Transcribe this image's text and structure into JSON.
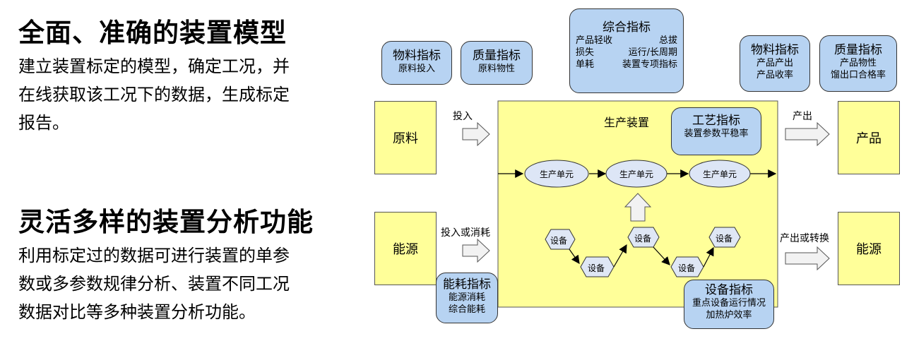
{
  "left": {
    "heading1": "全面、准确的装置模型",
    "para1": [
      "建立装置标定的模型，确定工况，并",
      "在线获取该工况下的数据，生成标定",
      "报告。"
    ],
    "heading2": "灵活多样的装置分析功能",
    "para2": [
      "利用标定过的数据可进行装置的单参",
      "数或多参数规律分析、装置不同工况",
      "数据对比等多种装置分析功能。"
    ]
  },
  "diagram": {
    "raw_material": "原料",
    "energy_in": "能源",
    "product": "产品",
    "energy_out": "能源",
    "plant_title": "生产装置",
    "arrow_input": "投入",
    "arrow_input_consume": "投入或消耗",
    "arrow_output": "产出",
    "arrow_output_convert": "产出或转换",
    "units": [
      "生产单元",
      "生产单元",
      "生产单元"
    ],
    "equipment": [
      "设备",
      "设备",
      "设备",
      "设备",
      "设备"
    ],
    "ind_material_in": {
      "title": "物料指标",
      "lines": [
        "原料投入"
      ]
    },
    "ind_quality_in": {
      "title": "质量指标",
      "lines": [
        "原料物性"
      ]
    },
    "ind_overall": {
      "title": "综合指标",
      "lines": [
        "产品轻收",
        "总拔",
        "损失",
        "运行/长周期",
        "单耗",
        "装置专项指标"
      ]
    },
    "ind_material_out": {
      "title": "物料指标",
      "lines": [
        "产品产出",
        "产品收率"
      ]
    },
    "ind_quality_out": {
      "title": "质量指标",
      "lines": [
        "产品物性",
        "馏出口合格率"
      ]
    },
    "ind_process": {
      "title": "工艺指标",
      "lines": [
        "装置参数平稳率"
      ]
    },
    "ind_energy": {
      "title": "能耗指标",
      "lines": [
        "能源消耗",
        "综合能耗"
      ]
    },
    "ind_equipment": {
      "title": "设备指标",
      "lines": [
        "重点设备运行情况",
        "加热炉效率"
      ]
    }
  },
  "colors": {
    "yellow": "#ffff99",
    "blue": "#b7d3f2",
    "unit_fill": "#dde6f6",
    "equip_fill": "#dfe7f5"
  }
}
